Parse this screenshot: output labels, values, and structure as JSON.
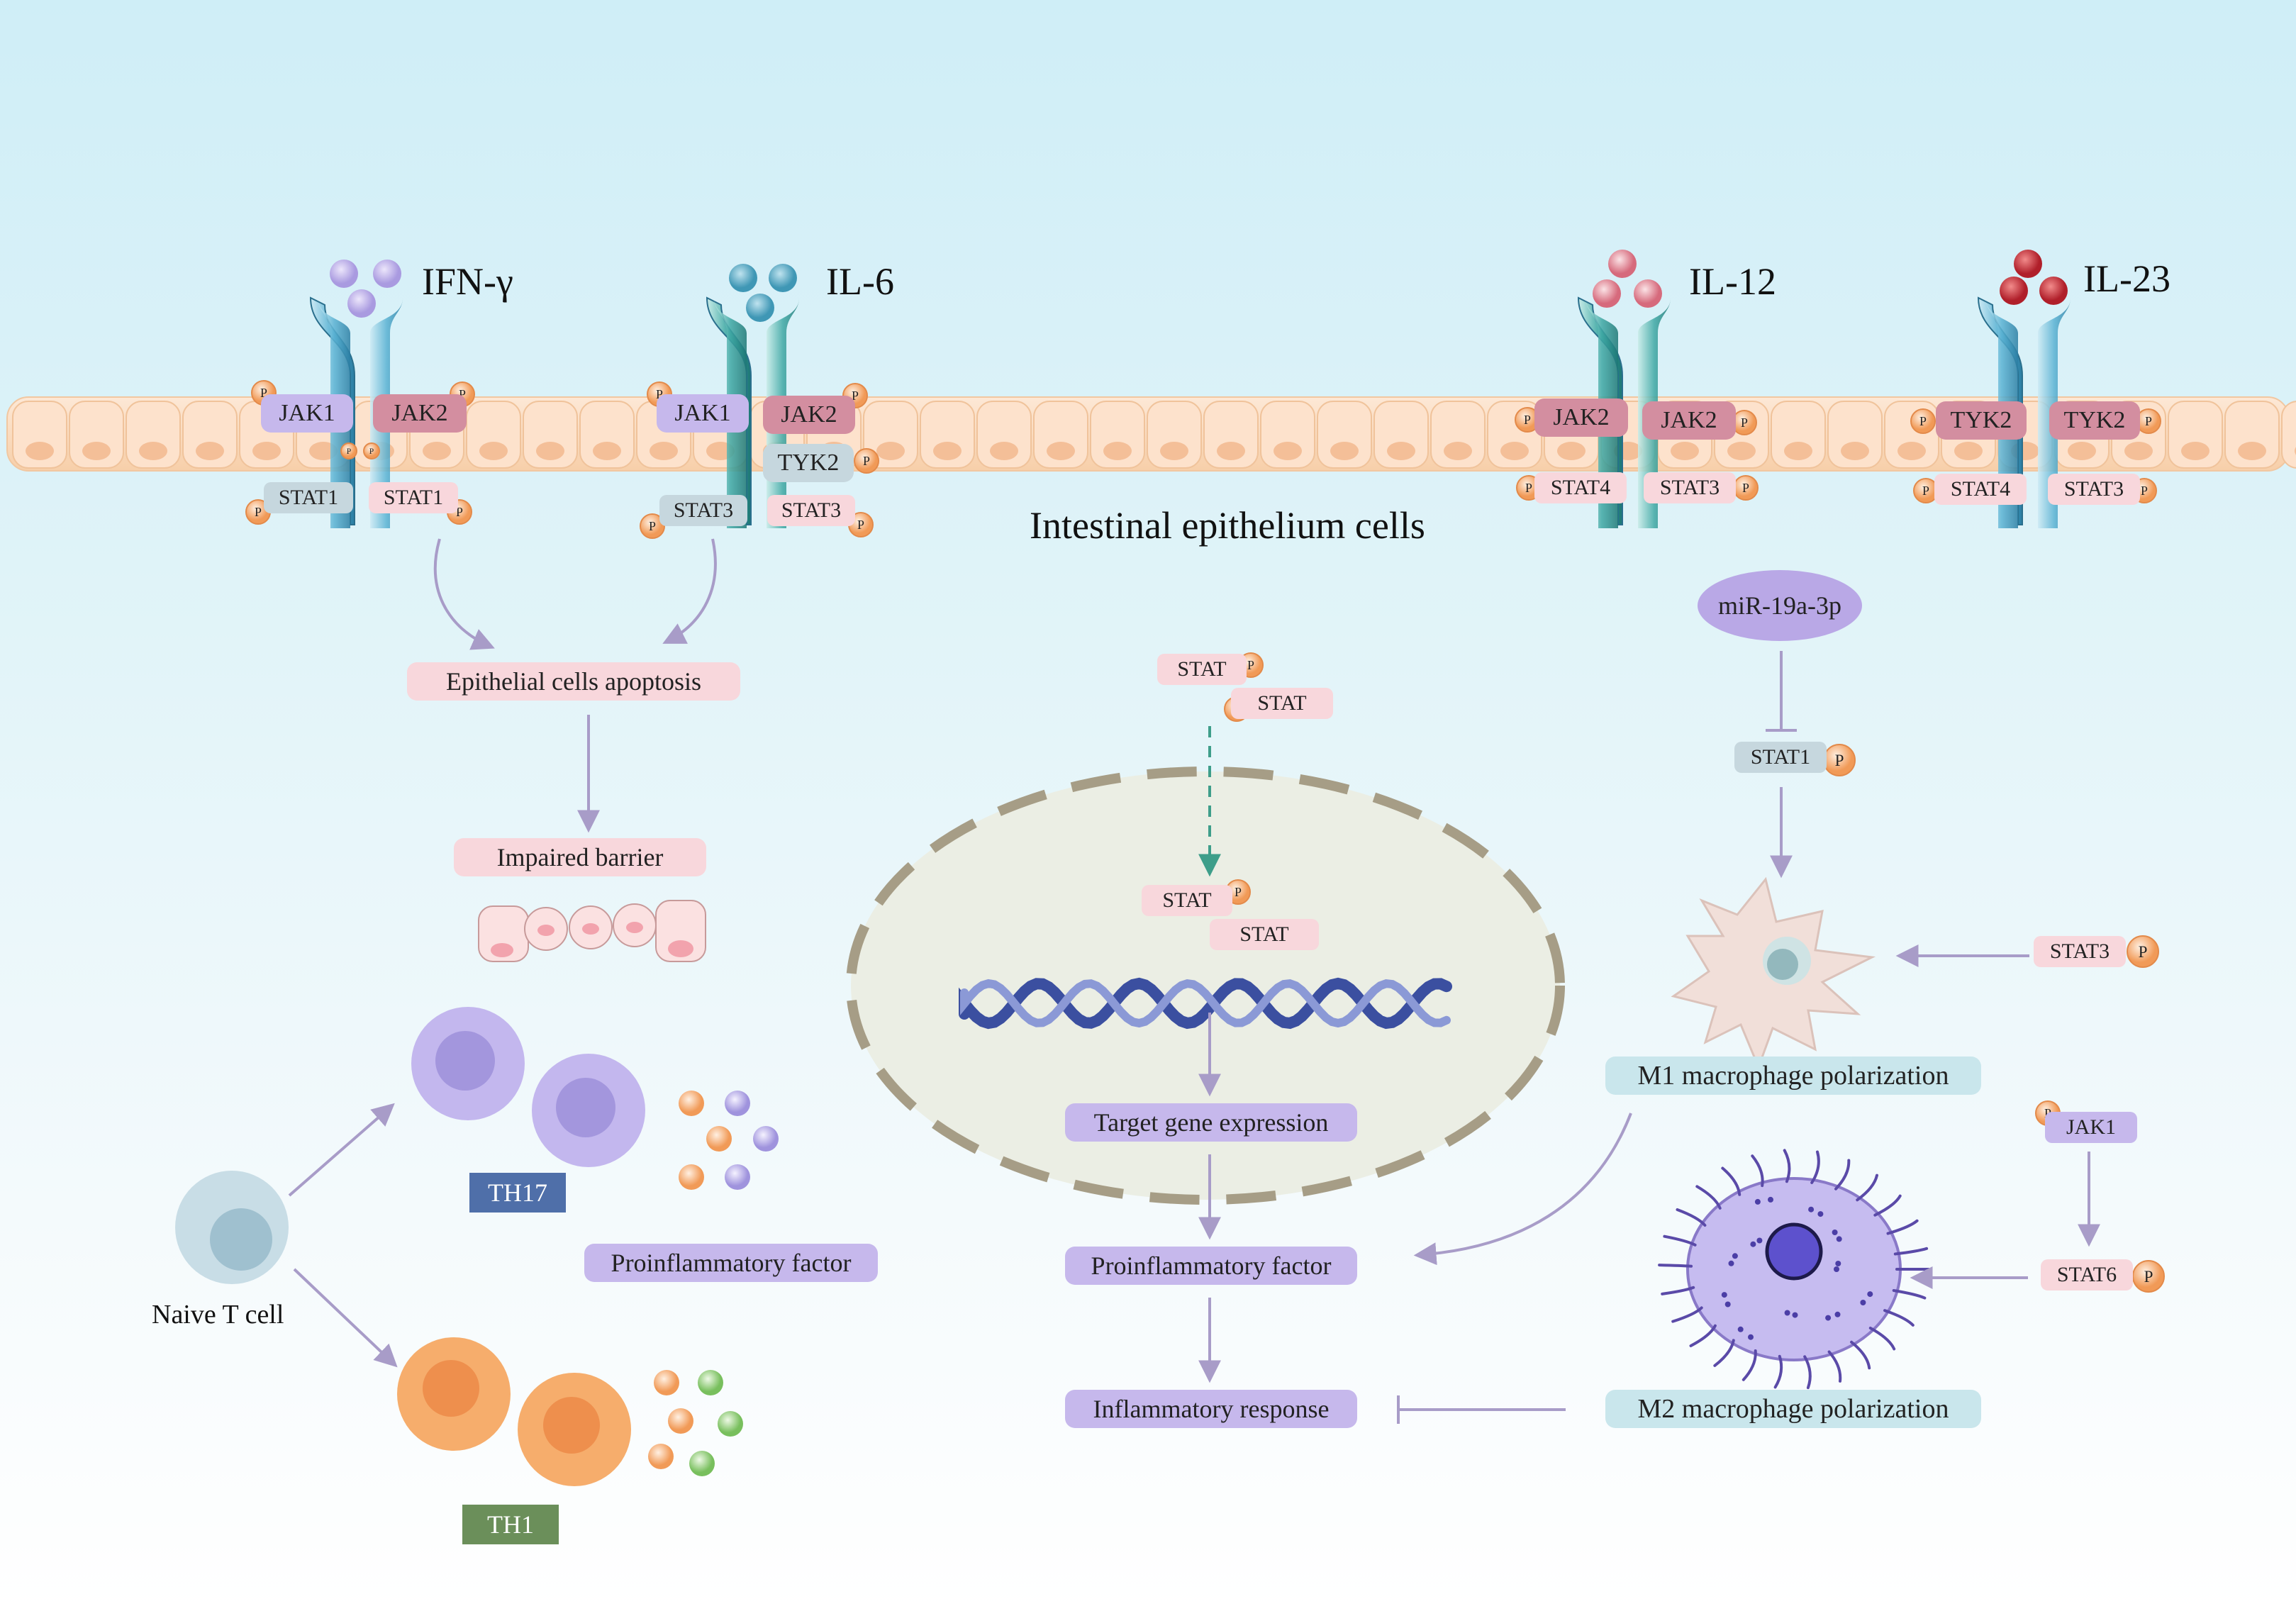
{
  "membrane": {
    "label": "Intestinal  epithelium cells"
  },
  "cytokines": {
    "ifn": "IFN-γ",
    "il6": "IL-6",
    "il12": "IL-12",
    "il23": "IL-23"
  },
  "receptors": {
    "r1": {
      "left": "JAK1",
      "right": "JAK2",
      "left_stat": "STAT1",
      "right_stat": "STAT1"
    },
    "r2": {
      "left": "JAK1",
      "right": "JAK2",
      "mid": "TYK2",
      "left_stat": "STAT3",
      "right_stat": "STAT3"
    },
    "r3": {
      "left": "JAK2",
      "right": "JAK2",
      "left_stat": "STAT4",
      "right_stat": "STAT3"
    },
    "r4": {
      "left": "TYK2",
      "right": "TYK2",
      "left_stat": "STAT4",
      "right_stat": "STAT3"
    }
  },
  "p": "P",
  "left_path": {
    "apoptosis": "Epithelial cells apoptosis",
    "barrier": "Impaired barrier",
    "naive": "Naive T cell",
    "th17": "TH17",
    "th1": "TH1",
    "proinflam": "Proinflammatory factor"
  },
  "center": {
    "stat_a": "STAT",
    "stat_b": "STAT",
    "stat_c": "STAT",
    "stat_d": "STAT",
    "target": "Target gene expression",
    "proinflam": "Proinflammatory factor",
    "response": "Inflammatory response"
  },
  "right_path": {
    "mir": "miR-19a-3p",
    "stat1": "STAT1",
    "stat3": "STAT3",
    "m1": "M1 macrophage polarization",
    "jak1": "JAK1",
    "stat6": "STAT6",
    "m2": "M2 macrophage polarization"
  },
  "colors": {
    "arrow": "#a89cc8",
    "p_fill": "#f6b27e",
    "th17": "#4f6fa9",
    "th1": "#6b8f5a"
  }
}
